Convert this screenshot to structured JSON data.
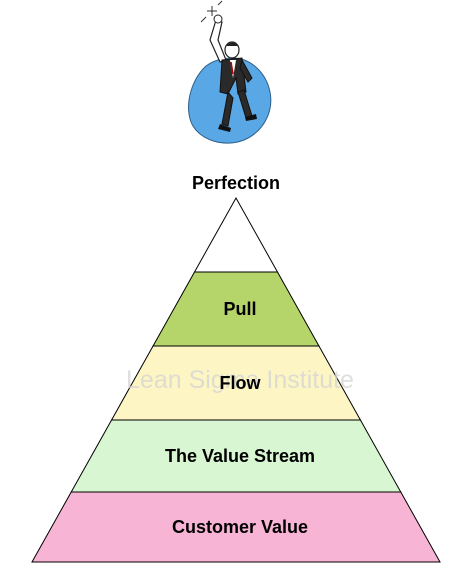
{
  "apex_label": "Perfection",
  "watermark": "Lean Sigma Institute",
  "figure": {
    "icon": "climber-reaching-icon",
    "blob_color": "#5aa7e6",
    "suit_color": "#2a2a2a"
  },
  "levels": [
    {
      "label": "",
      "color": "#ffffff"
    },
    {
      "label": "Pull",
      "color": "#b5d46a"
    },
    {
      "label": "Flow",
      "color": "#fdf6c4"
    },
    {
      "label": "The Value Stream",
      "color": "#d8f6d2"
    },
    {
      "label": "Customer Value",
      "color": "#f7b4d4"
    }
  ]
}
